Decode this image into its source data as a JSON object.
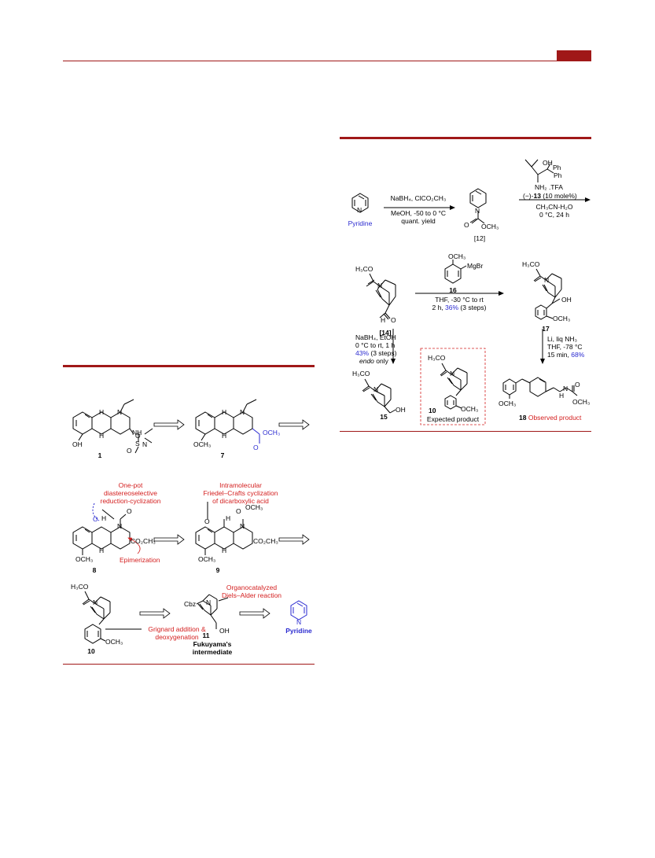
{
  "scheme": {
    "pyridine": "Pyridine",
    "step1": {
      "line1": "NaBH₄, ClCO₂CH₃",
      "line2": "MeOH, -50 to 0 °C",
      "line3": "quant. yield"
    },
    "cpd12": {
      "sub": "OCH₃",
      "label": "[12]"
    },
    "catalyst": {
      "oh": "OH",
      "ph1": "Ph",
      "ph2": "Ph",
      "nh2": "NH₂ .TFA",
      "loading_a": "(−)-",
      "loading_b": "13",
      "loading_c": " (10 mole%)",
      "solvent": "CH₃CN-H₂O",
      "cond": "0 °C, 24 h"
    },
    "cpd14": {
      "h3co": "H₃CO",
      "h": "H",
      "o": "O",
      "label": "[14]"
    },
    "grignard": {
      "och3": "OCH₃",
      "mgbr": "MgBr",
      "label": "16",
      "cond1": "THF, -30 °C to rt",
      "cond2a": "2 h, ",
      "cond2b": "36%",
      "cond2c": " (3 steps)"
    },
    "cpd17": {
      "h3co": "H₃CO",
      "oh": "OH",
      "och3": "OCH₃",
      "label": "17"
    },
    "reduction": {
      "l1": "NaBH₄, EtOH",
      "l2": "0 °C to rt, 1 h",
      "l3a": "43%",
      "l3b": " (3 steps)",
      "l4a": "endo",
      "l4b": " only"
    },
    "cpd15": {
      "h3co": "H₃CO",
      "oh": "OH",
      "label": "15"
    },
    "cpd10": {
      "h3co": "H₃CO",
      "och3": "OCH₃",
      "label": "10",
      "caption": "Expected product"
    },
    "birch": {
      "l1": "Li, liq NH₃",
      "l2": "THF, -78 °C",
      "l3a": "15 min, ",
      "l3b": "68%"
    },
    "cpd18": {
      "h": "H",
      "n": "N",
      "o": "O",
      "och3a": "OCH₃",
      "och3b": "OCH₃",
      "label": "18",
      "caption": "Observed product"
    }
  },
  "figure": {
    "cpd1": {
      "oh": "OH",
      "nh": "NH",
      "s": "S",
      "n": "N",
      "o1": "O",
      "o2": "O",
      "h1": "H",
      "h2": "H",
      "label": "1"
    },
    "cpd7": {
      "och3a": "OCH₃",
      "och3b": "OCH₃",
      "o": "O",
      "h1": "H",
      "h2": "H",
      "label": "7"
    },
    "cpd8": {
      "annotation1": "One-pot",
      "annotation2": "diastereoselective",
      "annotation3": "reduction-cyclization",
      "o1": "O",
      "o2": "O",
      "h1": "H",
      "h2": "H",
      "n": "N",
      "co2ch3": "CO₂CH₃",
      "och3": "OCH₃",
      "label": "8",
      "epimerization": "Epimerization"
    },
    "cpd9": {
      "annotation1": "Intramolecular",
      "annotation2": "Friedel–Crafts cyclization",
      "annotation3": "of dicarboxylic acid",
      "o1": "O",
      "o2": "O",
      "och3a": "OCH₃",
      "h1": "H",
      "h2": "H",
      "n": "N",
      "co2ch3": "CO₂CH₃",
      "och3b": "OCH₃",
      "label": "9"
    },
    "cpd10": {
      "h3co": "H₃CO",
      "och3": "OCH₃",
      "label": "10",
      "annotation1": "Grignard addition &",
      "annotation2": "deoxygenation"
    },
    "cpd11": {
      "cbz": "Cbz",
      "n": "N",
      "oh": "OH",
      "label": "11",
      "caption1": "Fukuyama's",
      "caption2": "intermediate",
      "annotation1": "Organocatalyzed",
      "annotation2": "Diels–Alder reaction"
    },
    "pyridine": {
      "n": "N",
      "label": "Pyridine"
    }
  },
  "colors": {
    "accent": "#a01818",
    "red": "#d42020",
    "blue": "#2a2ad0"
  }
}
